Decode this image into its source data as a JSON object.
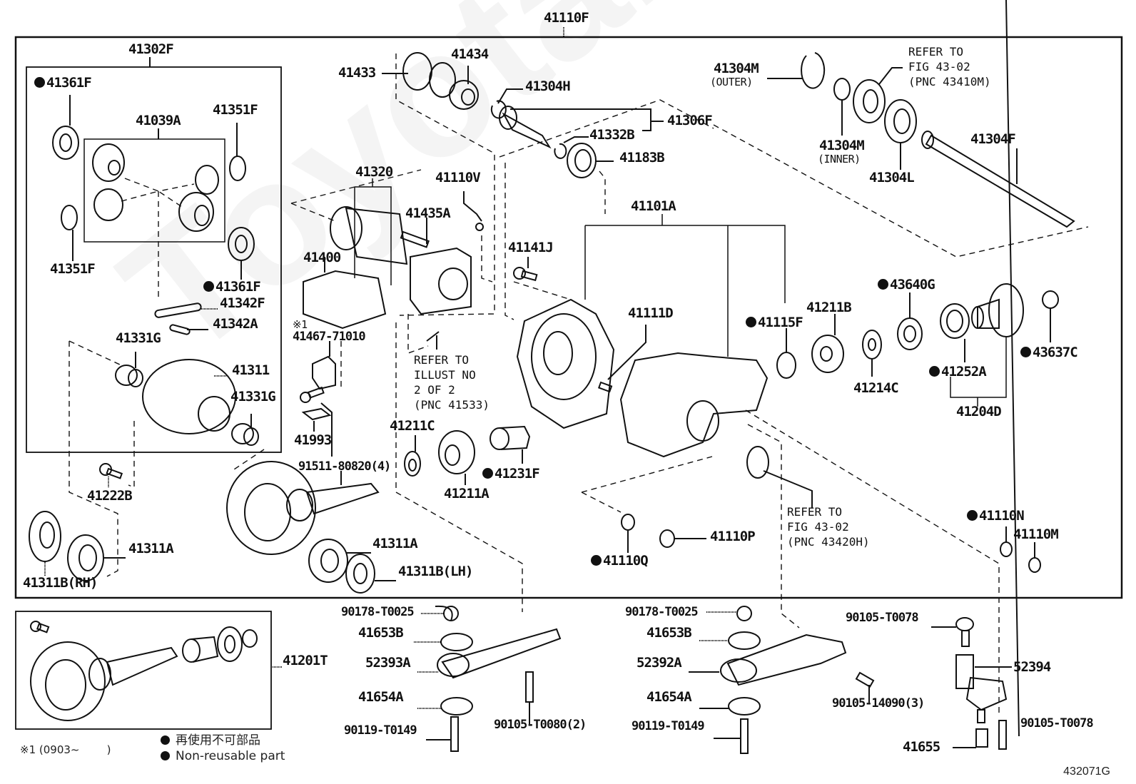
{
  "figure_id": "432071G",
  "watermark": "ToyotaPartsMiner.ru",
  "legend": {
    "footnote_mark": "※1 (0903~        )",
    "non_reusable_jp": "再使用不可部品",
    "non_reusable_en": "Non-reusable part"
  },
  "assemblies": {
    "main": "41110F",
    "differential_case_assy": "41302F",
    "pinion_kit": "41039A",
    "carrier_assy": "41101A",
    "extension_assy": "41306F",
    "companion_flange_assy": "41204D",
    "ring_pinion_kit": "41201T",
    "actuator_assy": "41320"
  },
  "parts": [
    {
      "id": "p41361F_top",
      "number": "41361F",
      "non_reusable": true
    },
    {
      "id": "p41039A",
      "number": "41039A",
      "non_reusable": false
    },
    {
      "id": "p41351F_top",
      "number": "41351F",
      "non_reusable": false
    },
    {
      "id": "p41351F_bottom",
      "number": "41351F",
      "non_reusable": false
    },
    {
      "id": "p41361F_bottom",
      "number": "41361F",
      "non_reusable": true
    },
    {
      "id": "p41342F",
      "number": "41342F",
      "non_reusable": false
    },
    {
      "id": "p41342A",
      "number": "41342A",
      "non_reusable": false
    },
    {
      "id": "p41331G_left",
      "number": "41331G",
      "non_reusable": false
    },
    {
      "id": "p41311",
      "number": "41311",
      "non_reusable": false
    },
    {
      "id": "p41331G_right",
      "number": "41331G",
      "non_reusable": false
    },
    {
      "id": "p41222B",
      "number": "41222B",
      "non_reusable": false
    },
    {
      "id": "p41311A_left",
      "number": "41311A",
      "non_reusable": false
    },
    {
      "id": "p41311B_rh",
      "number": "41311B(RH)",
      "non_reusable": false
    },
    {
      "id": "p41433",
      "number": "41433",
      "non_reusable": false
    },
    {
      "id": "p41434",
      "number": "41434",
      "non_reusable": false
    },
    {
      "id": "p41304H",
      "number": "41304H",
      "non_reusable": false
    },
    {
      "id": "p41332B",
      "number": "41332B",
      "non_reusable": false
    },
    {
      "id": "p41183B",
      "number": "41183B",
      "non_reusable": false
    },
    {
      "id": "p41110V",
      "number": "41110V",
      "non_reusable": false
    },
    {
      "id": "p41435A",
      "number": "41435A",
      "non_reusable": false
    },
    {
      "id": "p41400",
      "number": "41400",
      "non_reusable": false
    },
    {
      "id": "p41467",
      "number": "41467-71010",
      "footnote": "※1",
      "non_reusable": false
    },
    {
      "id": "p41993",
      "number": "41993",
      "non_reusable": false
    },
    {
      "id": "p91511",
      "number": "91511-80820(4)",
      "non_reusable": false
    },
    {
      "id": "p41211C",
      "number": "41211C",
      "non_reusable": false
    },
    {
      "id": "p41211A",
      "number": "41211A",
      "non_reusable": false
    },
    {
      "id": "p41231F",
      "number": "41231F",
      "non_reusable": true
    },
    {
      "id": "p41311A_right",
      "number": "41311A",
      "non_reusable": false
    },
    {
      "id": "p41311B_lh",
      "number": "41311B(LH)",
      "non_reusable": false
    },
    {
      "id": "p41304M_outer",
      "number": "41304M",
      "note": "(OUTER)",
      "non_reusable": false
    },
    {
      "id": "p41304M_inner",
      "number": "41304M",
      "note": "(INNER)",
      "non_reusable": false
    },
    {
      "id": "p41304L",
      "number": "41304L",
      "non_reusable": false
    },
    {
      "id": "p41304F",
      "number": "41304F",
      "non_reusable": false
    },
    {
      "id": "p41141J",
      "number": "41141J",
      "non_reusable": false
    },
    {
      "id": "p41111D",
      "number": "41111D",
      "non_reusable": false
    },
    {
      "id": "p41115F",
      "number": "41115F",
      "non_reusable": true
    },
    {
      "id": "p41211B",
      "number": "41211B",
      "non_reusable": false
    },
    {
      "id": "p43640G",
      "number": "43640G",
      "non_reusable": true
    },
    {
      "id": "p41214C",
      "number": "41214C",
      "non_reusable": false
    },
    {
      "id": "p41252A",
      "number": "41252A",
      "non_reusable": true
    },
    {
      "id": "p43637C",
      "number": "43637C",
      "non_reusable": true
    },
    {
      "id": "p41110Q",
      "number": "41110Q",
      "non_reusable": true
    },
    {
      "id": "p41110P",
      "number": "41110P",
      "non_reusable": false
    },
    {
      "id": "p41110N",
      "number": "41110N",
      "non_reusable": true
    },
    {
      "id": "p41110M",
      "number": "41110M",
      "non_reusable": false
    },
    {
      "id": "p90178_a",
      "number": "90178-T0025",
      "non_reusable": false
    },
    {
      "id": "p41653B_a",
      "number": "41653B",
      "non_reusable": false
    },
    {
      "id": "p52393A",
      "number": "52393A",
      "non_reusable": false
    },
    {
      "id": "p41654A_a",
      "number": "41654A",
      "non_reusable": false
    },
    {
      "id": "p90119_a",
      "number": "90119-T0149",
      "non_reusable": false
    },
    {
      "id": "p90105_T0080",
      "number": "90105-T0080(2)",
      "non_reusable": false
    },
    {
      "id": "p90178_b",
      "number": "90178-T0025",
      "non_reusable": false
    },
    {
      "id": "p41653B_b",
      "number": "41653B",
      "non_reusable": false
    },
    {
      "id": "p52392A",
      "number": "52392A",
      "non_reusable": false
    },
    {
      "id": "p41654A_b",
      "number": "41654A",
      "non_reusable": false
    },
    {
      "id": "p90119_b",
      "number": "90119-T0149",
      "non_reusable": false
    },
    {
      "id": "p90105_14090",
      "number": "90105-14090(3)",
      "non_reusable": false
    },
    {
      "id": "p90105_T0078_top",
      "number": "90105-T0078",
      "non_reusable": false
    },
    {
      "id": "p52394",
      "number": "52394",
      "non_reusable": false
    },
    {
      "id": "p41655",
      "number": "41655",
      "non_reusable": false
    },
    {
      "id": "p90105_T0078_bottom",
      "number": "90105-T0078",
      "non_reusable": false
    }
  ],
  "notes": {
    "refer_41533": "REFER TO\nILLUST NO\n2 OF 2\n(PNC 41533)",
    "refer_43410M": "REFER TO\nFIG 43-02\n(PNC 43410M)",
    "refer_43420H": "REFER TO\nFIG 43-02\n(PNC 43420H)"
  }
}
